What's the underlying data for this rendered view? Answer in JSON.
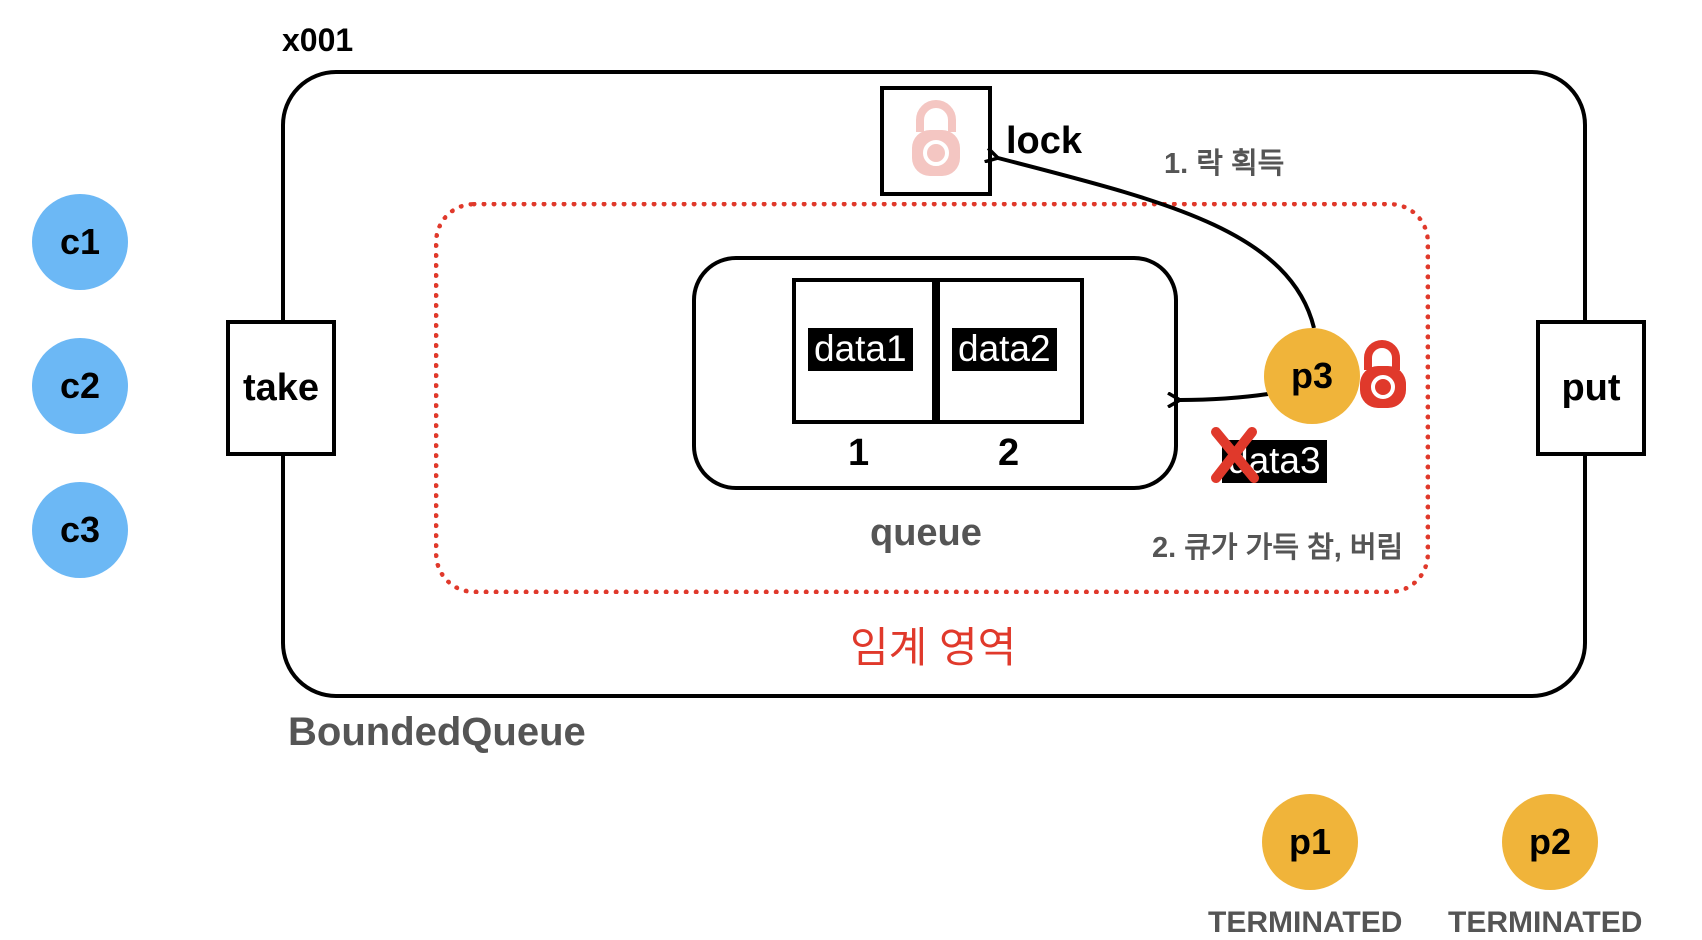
{
  "address": "x001",
  "lock_label": "lock",
  "step1": "1. 락 획득",
  "step2": "2. 큐가 가득 참, 버림",
  "queue_label": "queue",
  "critical_label": "임계 영역",
  "class_label": "BoundedQueue",
  "take_label": "take",
  "put_label": "put",
  "slots": [
    {
      "value": "data1",
      "index": "1"
    },
    {
      "value": "data2",
      "index": "2"
    }
  ],
  "discarded": "data3",
  "consumers": [
    "c1",
    "c2",
    "c3"
  ],
  "active_producer": "p3",
  "terminated_producers": [
    {
      "name": "p1",
      "status": "TERMINATED"
    },
    {
      "name": "p2",
      "status": "TERMINATED"
    }
  ],
  "colors": {
    "consumer": "#6cb8f5",
    "producer": "#f0b43a",
    "critical": "#e0392b",
    "lock_idle": "#f4c6c2",
    "lock_held": "#e0392b"
  },
  "icons": [
    "lock-icon",
    "held-lock-icon",
    "discard-x-icon"
  ]
}
